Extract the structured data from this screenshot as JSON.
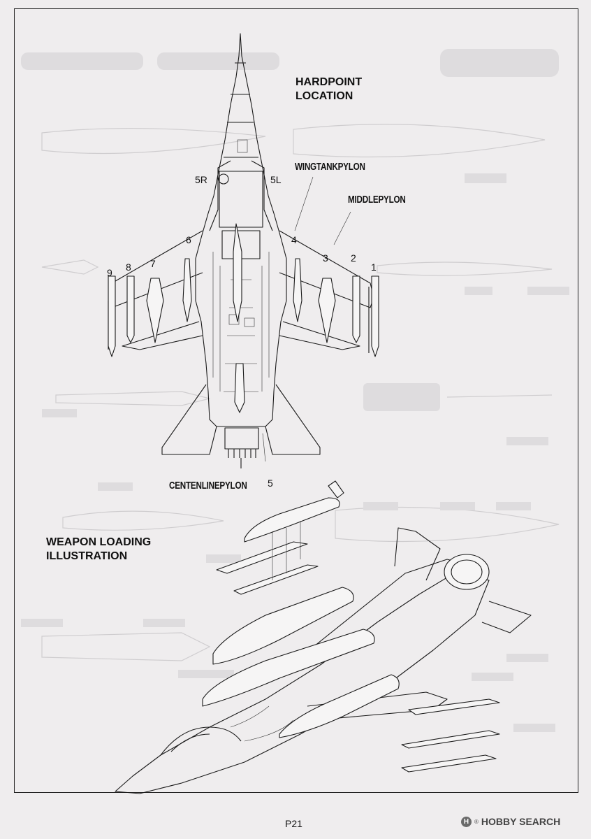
{
  "headings": {
    "hardpoint": "HARDPOINT\nLOCATION",
    "weapon": "WEAPON LOADING\nILLUSTRATION"
  },
  "callouts": {
    "wing_tank": "WINGTANKPYLON",
    "middle": "MIDDLEPYLON",
    "centerline": "CENTENLINEPYLON"
  },
  "stations": [
    "1",
    "2",
    "3",
    "4",
    "5",
    "6",
    "7",
    "8",
    "9",
    "5L",
    "5R"
  ],
  "page_number": "P21",
  "watermark": {
    "logo_icon": "h-logo-icon",
    "text": "HOBBY SEARCH",
    "mark": "®"
  }
}
